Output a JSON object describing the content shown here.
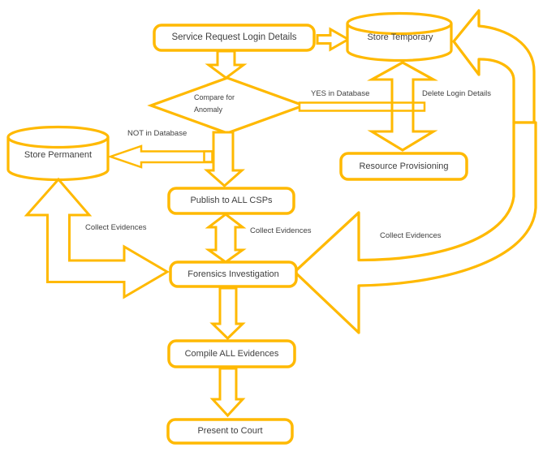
{
  "colors": {
    "accent": "#FFB900",
    "node_fill": "#FFFFFF",
    "text": "#3F3F3F",
    "background": "#FFFFFF"
  },
  "nodes": {
    "service_request": {
      "shape": "rounded-rectangle",
      "label": "Service Request Login Details"
    },
    "store_temporary": {
      "shape": "cylinder",
      "label": "Store Temporary"
    },
    "compare_anomaly": {
      "shape": "diamond",
      "label": "Compare for Anomaly",
      "lines": [
        "Compare for",
        "Anomaly"
      ]
    },
    "store_permanent": {
      "shape": "cylinder",
      "label": "Store Permanent"
    },
    "resource_provisioning": {
      "shape": "rounded-rectangle",
      "label": "Resource Provisioning"
    },
    "publish_csps": {
      "shape": "rounded-rectangle",
      "label": "Publish to ALL CSPs"
    },
    "forensics": {
      "shape": "rounded-rectangle",
      "label": "Forensics Investigation"
    },
    "compile_evidences": {
      "shape": "rounded-rectangle",
      "label": "Compile ALL Evidences"
    },
    "present_court": {
      "shape": "rounded-rectangle",
      "label": "Present to Court"
    }
  },
  "edge_labels": {
    "yes_in_database": "YES in Database",
    "delete_login_details": "Delete Login Details",
    "not_in_database": "NOT in Database",
    "collect_evidences_left": "Collect Evidences",
    "collect_evidences_middle": "Collect Evidences",
    "collect_evidences_right": "Collect Evidences"
  }
}
